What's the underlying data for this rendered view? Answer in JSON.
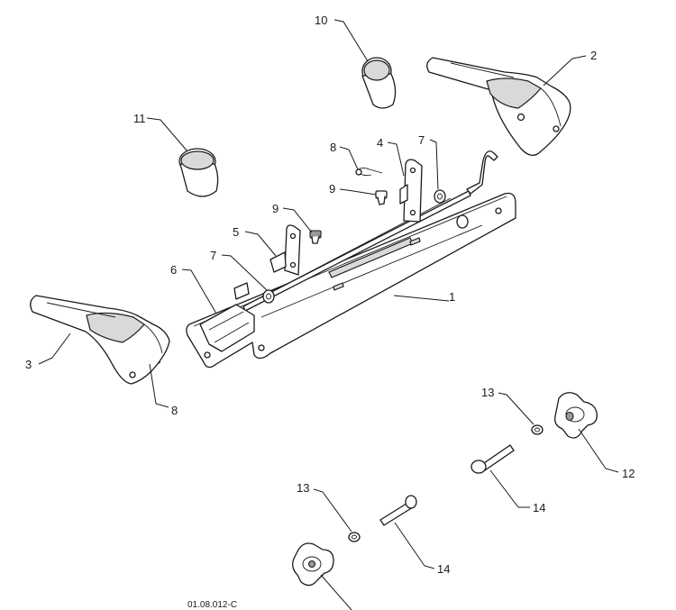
{
  "callouts": {
    "c1": "1",
    "c2": "2",
    "c3": "3",
    "c4": "4",
    "c5": "5",
    "c6": "6",
    "c7a": "7",
    "c7b": "7",
    "c8a": "8",
    "c8b": "8",
    "c9a": "9",
    "c9b": "9",
    "c10": "10",
    "c11": "11",
    "c12": "12",
    "c13a": "13",
    "c13b": "13",
    "c14a": "14",
    "c14b": "14"
  },
  "drawing_code": "01.08.012-C"
}
